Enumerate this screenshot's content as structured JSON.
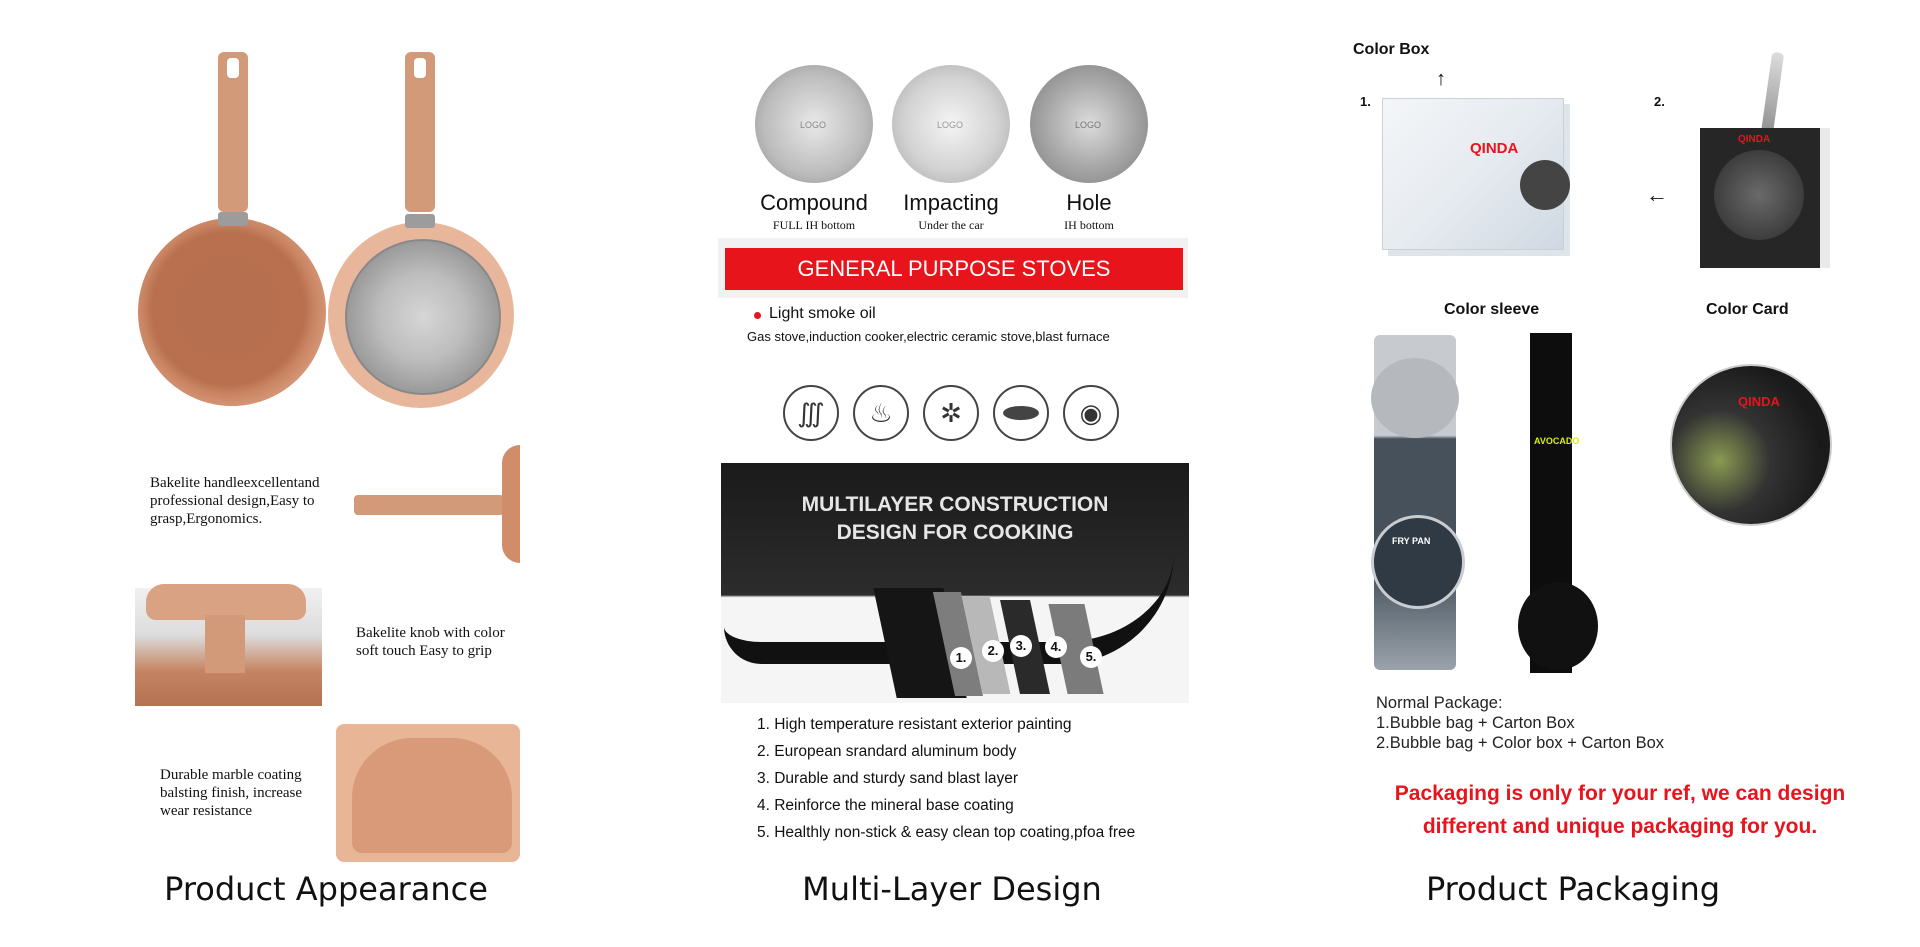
{
  "panels": {
    "appearance": {
      "caption": "Product Appearance",
      "handle_text": "Bakelite handleexcellentand professional design,Easy to grasp,Ergonomics.",
      "knob_text": "Bakelite knob with color soft touch Easy to grip",
      "coating_text": "Durable marble coating balsting finish, increase wear resistance"
    },
    "multilayer": {
      "caption": "Multi-Layer Design",
      "bottoms": [
        {
          "name": "Compound",
          "sub": "FULL IH bottom",
          "logo": "LOGO"
        },
        {
          "name": "Impacting",
          "sub": "Under the car",
          "logo": "LOGO"
        },
        {
          "name": "Hole",
          "sub": "IH bottom",
          "logo": "LOGO"
        }
      ],
      "banner": "GENERAL PURPOSE STOVES",
      "bullet": "Light smoke oil",
      "stoves": "Gas stove,induction cooker,electric ceramic stove,blast furnace",
      "stove_icons": [
        "coil-icon",
        "flame-icon",
        "gas-burner-icon",
        "ceramic-plate-icon",
        "induction-icon"
      ],
      "construction_title_1": "MULTILAYER CONSTRUCTION",
      "construction_title_2": "DESIGN FOR COOKING",
      "layer_numbers": [
        "1.",
        "2.",
        "3.",
        "4.",
        "5."
      ],
      "layers": [
        "1. High temperature resistant exterior painting",
        "2. European srandard aluminum body",
        "3. Durable and sturdy sand blast layer",
        "4. Reinforce the mineral base coating",
        "5. Healthly non-stick & easy clean top coating,pfoa free"
      ]
    },
    "packaging": {
      "caption": "Product Packaging",
      "color_box": "Color Box",
      "num1": "1.",
      "num2": "2.",
      "color_sleeve": "Color sleeve",
      "color_card": "Color Card",
      "brand": "QINDA",
      "sleeve1_label": "FRY PAN",
      "sleeve2_label": "AVOCADO",
      "normal_title": "Normal Package:",
      "normal_1": "1.Bubble bag + Carton Box",
      "normal_2": "2.Bubble bag + Color box + Carton Box",
      "note_1": "Packaging is only for your ref, we can design",
      "note_2": "different and unique packaging for you.",
      "accent": "#e8141c"
    }
  }
}
